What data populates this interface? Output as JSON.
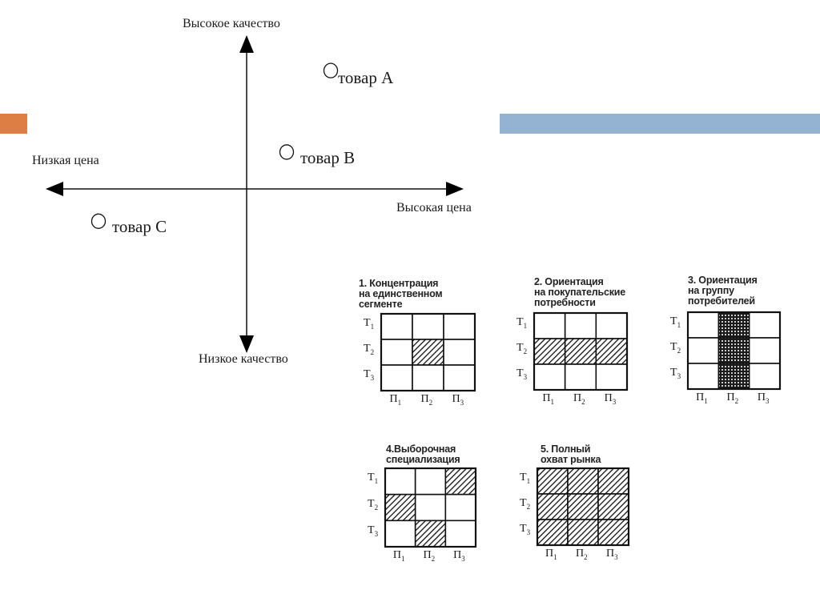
{
  "colors": {
    "accent_orange": "#dd7f45",
    "accent_blue": "#94b3d2",
    "ink": "#111111"
  },
  "positioning_map": {
    "axes": {
      "top": "Высокое качество",
      "bottom": "Низкое качество",
      "left": "Низкая цена",
      "right": "Высокая цена"
    },
    "products": [
      {
        "label": "товар A",
        "price": 0.42,
        "quality": 0.77
      },
      {
        "label": "товар B",
        "price": 0.2,
        "quality": 0.24
      },
      {
        "label": "товар C",
        "price": -0.74,
        "quality": -0.21
      }
    ]
  },
  "segmentation_grids": {
    "row_prefix": "Т",
    "col_prefix": "П",
    "rows": [
      "1",
      "2",
      "3"
    ],
    "cols": [
      "1",
      "2",
      "3"
    ],
    "grids": [
      {
        "title_lines": [
          "1. Концентрация",
          "на единственном",
          "сегменте"
        ],
        "pattern": "hatch",
        "filled": [
          [
            0,
            0,
            0
          ],
          [
            0,
            1,
            0
          ],
          [
            0,
            0,
            0
          ]
        ]
      },
      {
        "title_lines": [
          "2. Ориентация",
          "на покупательские",
          "потребности"
        ],
        "pattern": "hatch",
        "filled": [
          [
            0,
            0,
            0
          ],
          [
            1,
            1,
            1
          ],
          [
            0,
            0,
            0
          ]
        ]
      },
      {
        "title_lines": [
          "3. Ориентация",
          "на группу",
          "потребителей"
        ],
        "pattern": "dots",
        "filled": [
          [
            0,
            1,
            0
          ],
          [
            0,
            1,
            0
          ],
          [
            0,
            1,
            0
          ]
        ]
      },
      {
        "title_lines": [
          "4.Выборочная",
          "специализация"
        ],
        "pattern": "hatch",
        "filled": [
          [
            0,
            0,
            1
          ],
          [
            1,
            0,
            0
          ],
          [
            0,
            1,
            0
          ]
        ]
      },
      {
        "title_lines": [
          "5. Полный",
          "охват рынка"
        ],
        "pattern": "hatch",
        "filled": [
          [
            1,
            1,
            1
          ],
          [
            1,
            1,
            1
          ],
          [
            1,
            1,
            1
          ]
        ]
      }
    ]
  }
}
